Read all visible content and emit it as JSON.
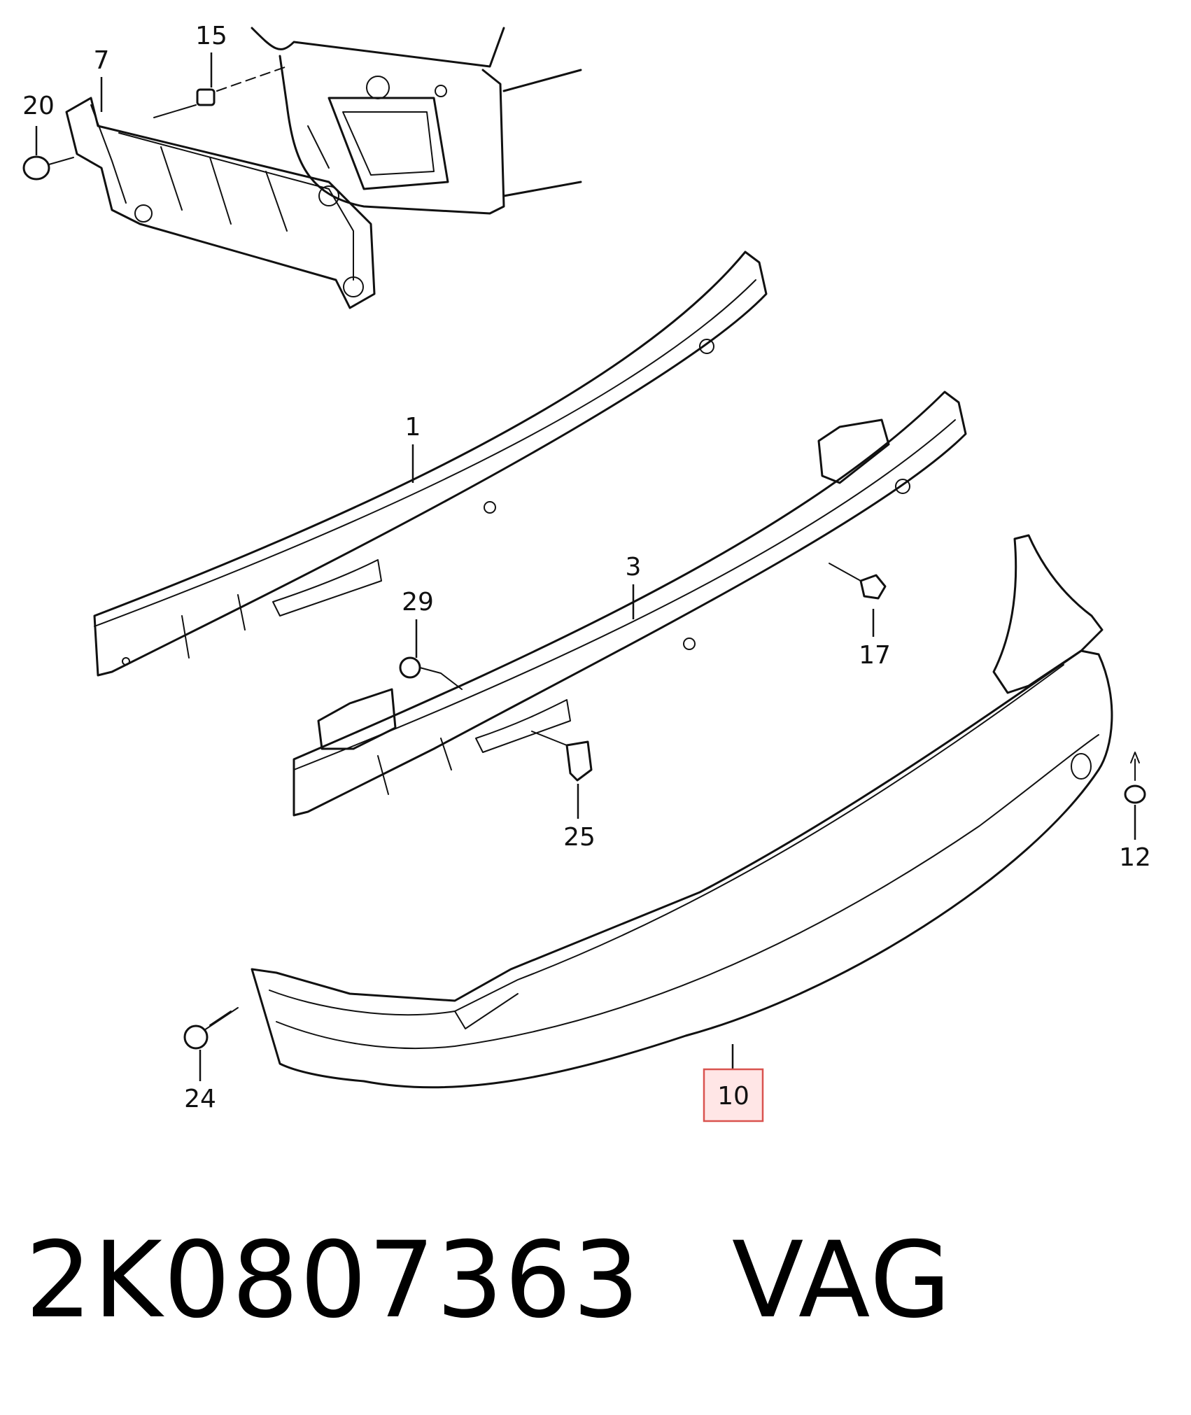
{
  "diagram": {
    "callouts": [
      {
        "id": "7",
        "label": "7"
      },
      {
        "id": "15",
        "label": "15"
      },
      {
        "id": "20",
        "label": "20"
      },
      {
        "id": "1",
        "label": "1"
      },
      {
        "id": "3",
        "label": "3"
      },
      {
        "id": "29",
        "label": "29"
      },
      {
        "id": "17",
        "label": "17"
      },
      {
        "id": "25",
        "label": "25"
      },
      {
        "id": "12",
        "label": "12"
      },
      {
        "id": "24",
        "label": "24"
      },
      {
        "id": "10",
        "label": "10",
        "highlighted": true
      }
    ],
    "highlight_color": "#d9534f"
  },
  "caption": {
    "part_number": "2K0807363",
    "brand": "VAG"
  }
}
